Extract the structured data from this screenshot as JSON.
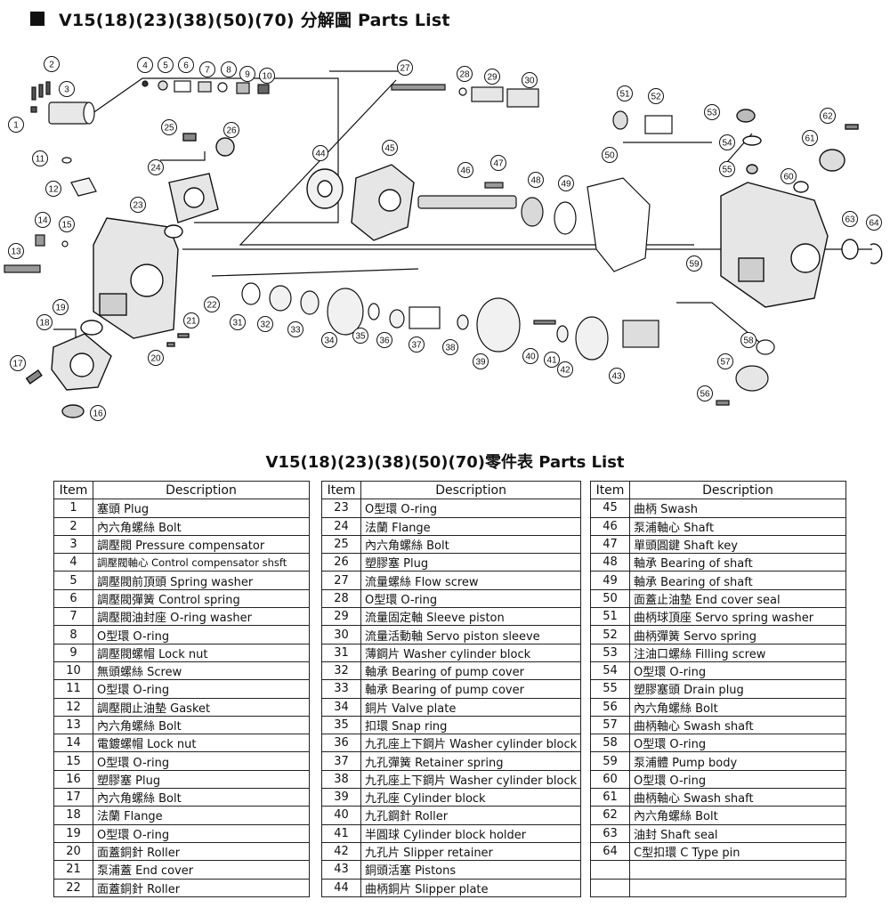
{
  "header": {
    "title": "V15(18)(23)(38)(50)(70) 分解圖 Parts List"
  },
  "table_title": "V15(18)(23)(38)(50)(70)零件表 Parts List",
  "columns": {
    "item": "Item",
    "description": "Description"
  },
  "parts": [
    {
      "item": "1",
      "desc": "塞頭 Plug"
    },
    {
      "item": "2",
      "desc": "內六角螺絲 Bolt"
    },
    {
      "item": "3",
      "desc": "調壓閥 Pressure compensator"
    },
    {
      "item": "4",
      "desc": "調壓閥軸心 Control compensator shsft"
    },
    {
      "item": "5",
      "desc": "調壓閥前頂頭 Spring washer"
    },
    {
      "item": "6",
      "desc": "調壓閥彈簧 Control spring"
    },
    {
      "item": "7",
      "desc": "調壓閥油封座 O-ring washer"
    },
    {
      "item": "8",
      "desc": "O型環 O-ring"
    },
    {
      "item": "9",
      "desc": "調壓閥螺帽 Lock nut"
    },
    {
      "item": "10",
      "desc": "無頭螺絲 Screw"
    },
    {
      "item": "11",
      "desc": "O型環 O-ring"
    },
    {
      "item": "12",
      "desc": "調壓閥止油墊 Gasket"
    },
    {
      "item": "13",
      "desc": "內六角螺絲 Bolt"
    },
    {
      "item": "14",
      "desc": "電鍍螺帽 Lock nut"
    },
    {
      "item": "15",
      "desc": "O型環 O-ring"
    },
    {
      "item": "16",
      "desc": "塑膠塞 Plug"
    },
    {
      "item": "17",
      "desc": "內六角螺絲 Bolt"
    },
    {
      "item": "18",
      "desc": "法蘭 Flange"
    },
    {
      "item": "19",
      "desc": "O型環 O-ring"
    },
    {
      "item": "20",
      "desc": "面蓋銅針 Roller"
    },
    {
      "item": "21",
      "desc": "泵浦蓋 End cover"
    },
    {
      "item": "22",
      "desc": "面蓋銅針 Roller"
    },
    {
      "item": "23",
      "desc": "O型環 O-ring"
    },
    {
      "item": "24",
      "desc": "法蘭 Flange"
    },
    {
      "item": "25",
      "desc": "內六角螺絲 Bolt"
    },
    {
      "item": "26",
      "desc": "塑膠塞 Plug"
    },
    {
      "item": "27",
      "desc": "流量螺絲 Flow screw"
    },
    {
      "item": "28",
      "desc": "O型環 O-ring"
    },
    {
      "item": "29",
      "desc": "流量固定軸 Sleeve piston"
    },
    {
      "item": "30",
      "desc": "流量活動軸 Servo piston sleeve"
    },
    {
      "item": "31",
      "desc": "薄鋼片 Washer cylinder block"
    },
    {
      "item": "32",
      "desc": "軸承 Bearing of pump cover"
    },
    {
      "item": "33",
      "desc": "軸承 Bearing of pump cover"
    },
    {
      "item": "34",
      "desc": "銅片 Valve plate"
    },
    {
      "item": "35",
      "desc": "扣環 Snap ring"
    },
    {
      "item": "36",
      "desc": "九孔座上下鋼片 Washer cylinder block"
    },
    {
      "item": "37",
      "desc": "九孔彈簧 Retainer spring"
    },
    {
      "item": "38",
      "desc": "九孔座上下鋼片 Washer cylinder block"
    },
    {
      "item": "39",
      "desc": "九孔座 Cylinder block"
    },
    {
      "item": "40",
      "desc": "九孔鋼針 Roller"
    },
    {
      "item": "41",
      "desc": "半圓球 Cylinder block holder"
    },
    {
      "item": "42",
      "desc": "九孔片 Slipper retainer"
    },
    {
      "item": "43",
      "desc": "銅頭活塞 Pistons"
    },
    {
      "item": "44",
      "desc": "曲柄銅片 Slipper plate"
    },
    {
      "item": "45",
      "desc": "曲柄 Swash"
    },
    {
      "item": "46",
      "desc": "泵浦軸心 Shaft"
    },
    {
      "item": "47",
      "desc": "單頭圓鍵 Shaft key"
    },
    {
      "item": "48",
      "desc": "軸承 Bearing of shaft"
    },
    {
      "item": "49",
      "desc": "軸承 Bearing of shaft"
    },
    {
      "item": "50",
      "desc": "面蓋止油墊 End cover seal"
    },
    {
      "item": "51",
      "desc": "曲柄球頂座 Servo spring washer"
    },
    {
      "item": "52",
      "desc": "曲柄彈簧 Servo spring"
    },
    {
      "item": "53",
      "desc": "注油口螺絲 Filling screw"
    },
    {
      "item": "54",
      "desc": "O型環 O-ring"
    },
    {
      "item": "55",
      "desc": "塑膠塞頭 Drain plug"
    },
    {
      "item": "56",
      "desc": "內六角螺絲 Bolt"
    },
    {
      "item": "57",
      "desc": "曲柄軸心 Swash shaft"
    },
    {
      "item": "58",
      "desc": "O型環 O-ring"
    },
    {
      "item": "59",
      "desc": "泵浦體 Pump body"
    },
    {
      "item": "60",
      "desc": "O型環 O-ring"
    },
    {
      "item": "61",
      "desc": "曲柄軸心 Swash shaft"
    },
    {
      "item": "62",
      "desc": "內六角螺絲 Bolt"
    },
    {
      "item": "63",
      "desc": "油封 Shaft seal"
    },
    {
      "item": "64",
      "desc": "C型扣環 C Type pin"
    }
  ],
  "diagram": {
    "callouts": [
      "1",
      "2",
      "3",
      "4",
      "5",
      "6",
      "7",
      "8",
      "9",
      "10",
      "11",
      "12",
      "13",
      "14",
      "15",
      "16",
      "17",
      "18",
      "19",
      "20",
      "21",
      "22",
      "23",
      "24",
      "25",
      "26",
      "27",
      "28",
      "29",
      "30",
      "31",
      "32",
      "33",
      "34",
      "35",
      "36",
      "37",
      "38",
      "39",
      "40",
      "41",
      "42",
      "43",
      "44",
      "45",
      "46",
      "47",
      "48",
      "49",
      "50",
      "51",
      "52",
      "53",
      "54",
      "55",
      "56",
      "57",
      "58",
      "59",
      "60",
      "61",
      "62",
      "63",
      "64"
    ]
  }
}
